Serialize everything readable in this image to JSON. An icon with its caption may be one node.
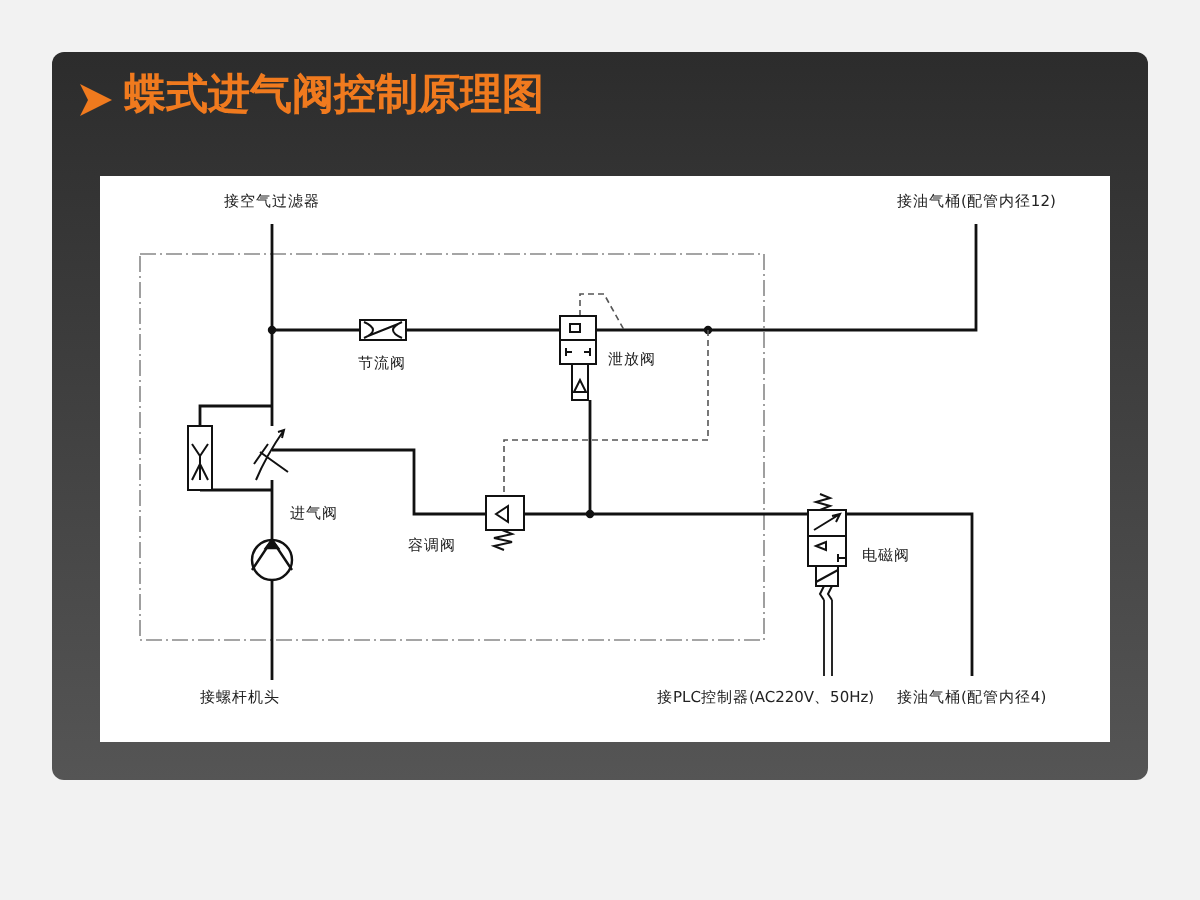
{
  "diagram": {
    "title": "蝶式进气阀控制原理图",
    "labels": [
      "接空气过滤器",
      "接油气桶(配管内径12)",
      "节流阀",
      "泄放阀",
      "进气阀",
      "容调阀",
      "电磁阀",
      "接螺杆机头",
      "接PLC控制器(AC220V、50Hz)",
      "接油气桶(配管内径4)"
    ]
  }
}
